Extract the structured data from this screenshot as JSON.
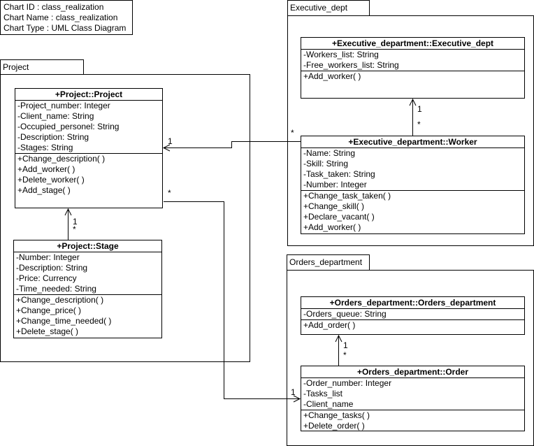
{
  "info": {
    "chart_id": "Chart ID : class_realization",
    "chart_name": "Chart Name : class_realization",
    "chart_type": "Chart Type : UML Class Diagram"
  },
  "packages": {
    "project": {
      "label": "Project"
    },
    "executive": {
      "label": "Executive_dept"
    },
    "orders": {
      "label": "Orders_department"
    }
  },
  "classes": {
    "project": {
      "name": "+Project::Project",
      "attributes": [
        "-Project_number: Integer",
        "-Client_name: String",
        "-Occupied_personel: String",
        "-Description: String",
        "-Stages: String"
      ],
      "operations": [
        "+Change_description( )",
        "+Add_worker( )",
        "+Delete_worker( )",
        "+Add_stage( )"
      ]
    },
    "stage": {
      "name": "+Project::Stage",
      "attributes": [
        "-Number: Integer",
        "-Description: String",
        "-Price: Currency",
        "-Time_needed: String"
      ],
      "operations": [
        "+Change_description( )",
        "+Change_price( )",
        "+Change_time_needed( )",
        "+Delete_stage( )"
      ]
    },
    "executive_dept": {
      "name": "+Executive_department::Executive_dept",
      "attributes": [
        "-Workers_list: String",
        "-Free_workers_list: String"
      ],
      "operations": [
        "+Add_worker( )"
      ]
    },
    "worker": {
      "name": "+Executive_department::Worker",
      "attributes": [
        "-Name: String",
        "-Skill: String",
        "-Task_taken: String",
        "-Number: Integer"
      ],
      "operations": [
        "+Change_task_taken( )",
        "+Change_skill( )",
        "+Declare_vacant( )",
        "+Add_worker( )"
      ]
    },
    "orders_department": {
      "name": "+Orders_department::Orders_department",
      "attributes": [
        "-Orders_queue: String"
      ],
      "operations": [
        "+Add_order( )"
      ]
    },
    "order": {
      "name": "+Orders_department::Order",
      "attributes": [
        "-Order_number: Integer",
        "-Tasks_list",
        "-Client_name"
      ],
      "operations": [
        "+Change_tasks( )",
        "+Delete_order( )"
      ]
    }
  },
  "associations": {
    "stage_project": {
      "target_mult": "1",
      "source_mult": "*"
    },
    "worker_executive": {
      "target_mult": "1",
      "source_mult": "*"
    },
    "worker_project": {
      "target_mult": "1",
      "source_mult": "*"
    },
    "project_order": {
      "target_mult": "1",
      "source_mult": "*"
    },
    "order_ordersdept": {
      "target_mult": "1",
      "source_mult": "*"
    }
  }
}
